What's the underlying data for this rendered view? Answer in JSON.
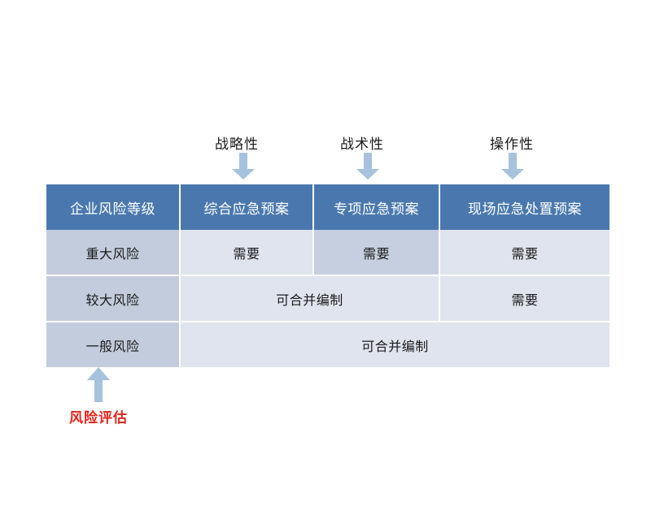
{
  "diagram": {
    "title_colors": {
      "header_blue": "#4a78ae",
      "row_label_gray": "#c3ccdc",
      "cell_light": "#e0e4ee",
      "cell_highlight": "#c6cfdf",
      "arrow_blue": "#a7c2dd",
      "annotation_red": "#e8231a"
    },
    "top_annotations": [
      {
        "label": "战略性",
        "icon": "arrow-down-icon"
      },
      {
        "label": "战术性",
        "icon": "arrow-down-icon"
      },
      {
        "label": "操作性",
        "icon": "arrow-down-icon"
      }
    ],
    "bottom_annotation": {
      "label": "风险评估",
      "icon": "arrow-up-icon"
    },
    "table": {
      "columns": [
        "企业风险等级",
        "综合应急预案",
        "专项应急预案",
        "现场应急处置预案"
      ],
      "rows": [
        {
          "label": "重大风险",
          "cells": [
            {
              "text": "需要",
              "span": 1,
              "highlight": false
            },
            {
              "text": "需要",
              "span": 1,
              "highlight": true
            },
            {
              "text": "需要",
              "span": 1,
              "highlight": false
            }
          ]
        },
        {
          "label": "较大风险",
          "cells": [
            {
              "text": "可合并编制",
              "span": 2,
              "highlight": false
            },
            {
              "text": "需要",
              "span": 1,
              "highlight": false
            }
          ]
        },
        {
          "label": "一般风险",
          "cells": [
            {
              "text": "可合并编制",
              "span": 3,
              "highlight": false
            }
          ]
        }
      ]
    }
  }
}
